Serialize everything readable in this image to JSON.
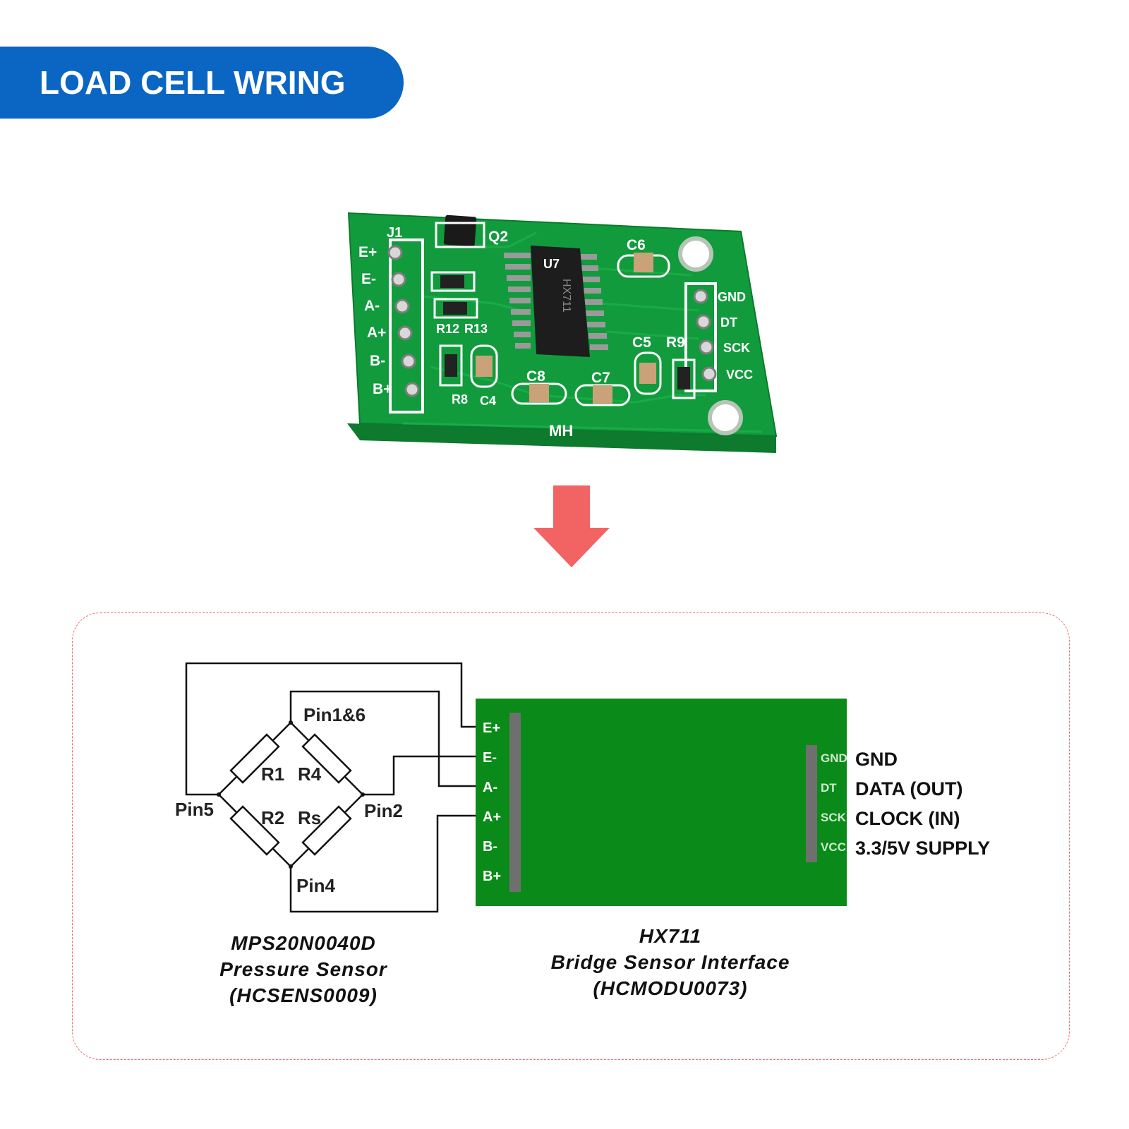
{
  "banner": {
    "title": "LOAD CELL WRING"
  },
  "colors": {
    "banner": "#0a66c2",
    "arrow": "#f26464",
    "pcb": "#119a3c",
    "module": "#0a8a18",
    "frame": "#f06a6a"
  },
  "pcb_photo": {
    "header_left": {
      "ref": "J1",
      "pins": [
        "E+",
        "E-",
        "A-",
        "A+",
        "B-",
        "B+"
      ]
    },
    "header_right": {
      "pins": [
        "GND",
        "DT",
        "SCK",
        "VCC"
      ]
    },
    "chip": {
      "ref": "U7",
      "marking": "HX711"
    },
    "components": [
      "Q2",
      "C6",
      "R12",
      "R13",
      "C5",
      "R9",
      "C8",
      "C7",
      "R8",
      "C4"
    ],
    "brand": "MH"
  },
  "arrow": {
    "icon": "arrow-down-icon"
  },
  "diagram": {
    "bridge": {
      "nodes": [
        "Pin1&6",
        "Pin5",
        "Pin2",
        "Pin4"
      ],
      "resistors": [
        "R1",
        "R4",
        "R2",
        "Rs"
      ]
    },
    "module_left_pins": [
      "E+",
      "E-",
      "A-",
      "A+",
      "B-",
      "B+"
    ],
    "module_right_pins": [
      {
        "pin": "GND",
        "desc": "GND"
      },
      {
        "pin": "DT",
        "desc": "DATA (OUT)"
      },
      {
        "pin": "SCK",
        "desc": "CLOCK (IN)"
      },
      {
        "pin": "VCC",
        "desc": "3.3/5V SUPPLY"
      }
    ],
    "sensor_caption": [
      "MPS20N0040D",
      "Pressure Sensor",
      "(HCSENS0009)"
    ],
    "module_caption": [
      "HX711",
      "Bridge Sensor Interface",
      "(HCMODU0073)"
    ]
  }
}
